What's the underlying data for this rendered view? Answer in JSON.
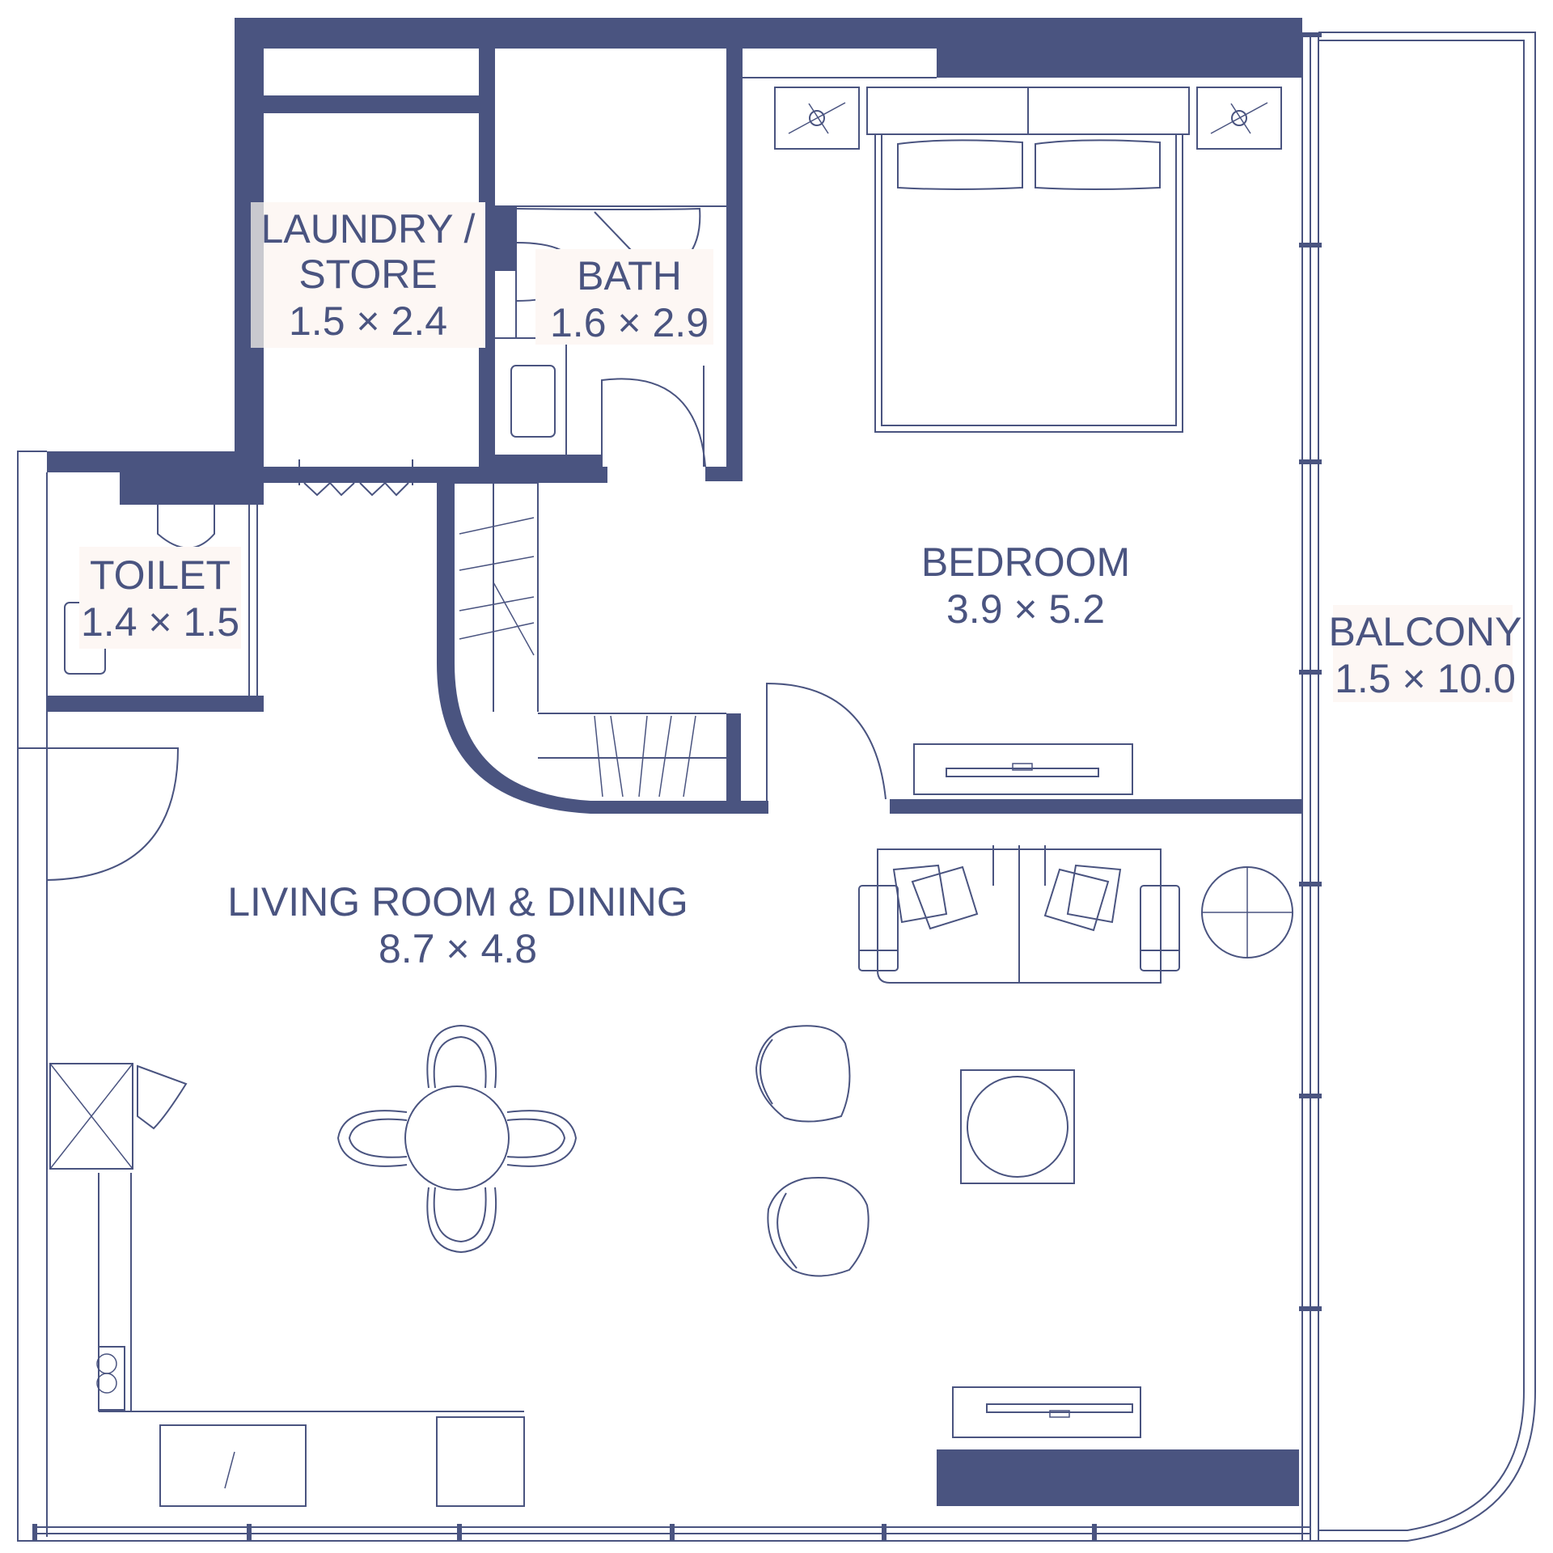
{
  "rooms": {
    "laundry": {
      "name_line1": "LAUNDRY /",
      "name_line2": "STORE",
      "size": "1.5 × 2.4"
    },
    "bath": {
      "name": "BATH",
      "size": "1.6 × 2.9"
    },
    "toilet": {
      "name": "TOILET",
      "size": "1.4 × 1.5"
    },
    "bedroom": {
      "name": "BEDROOM",
      "size": "3.9 × 5.2"
    },
    "balcony": {
      "name": "BALCONY",
      "size": "1.5 × 10.0"
    },
    "living": {
      "name": "LIVING ROOM & DINING",
      "size": "8.7 × 4.8"
    }
  },
  "colors": {
    "wall": "#4a5480",
    "label_background": "#fdf7f4",
    "paper": "#ffffff"
  }
}
